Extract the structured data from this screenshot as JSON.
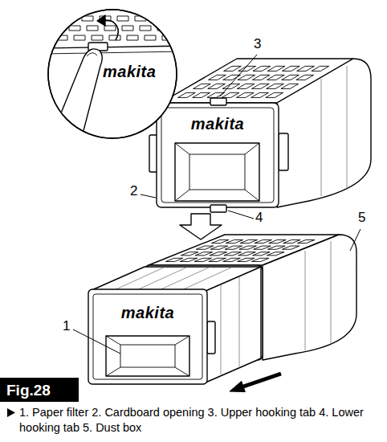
{
  "diagram": {
    "caption": "1. Paper filter 2. Cardboard opening 3. Upper hooking tab 4. Lower hooking tab 5. Dust box",
    "labels": [
      "3",
      "makita",
      "makita",
      "2",
      "4",
      "5",
      "makita",
      "1",
      "Fig.28"
    ]
  }
}
